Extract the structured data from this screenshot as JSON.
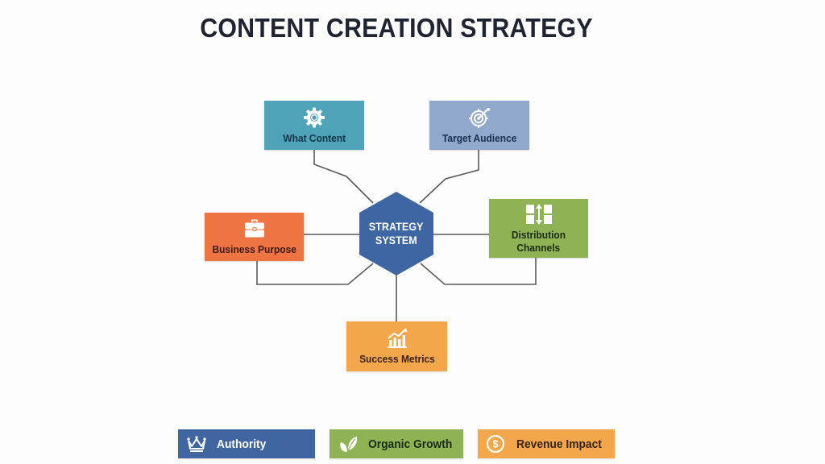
{
  "title": "CONTENT CREATION STRATEGY",
  "center": {
    "line1": "STRATEGY",
    "line2": "SYSTEM",
    "color": "#3d66a3"
  },
  "nodes": {
    "what_content": {
      "label": "What Content",
      "icon": "gear-icon",
      "color": "#4ea3b9",
      "text_color": "#16354a"
    },
    "target_audience": {
      "label": "Target Audience",
      "icon": "target-icon",
      "color": "#8fa8cc",
      "text_color": "#1d2f4f"
    },
    "business_purpose": {
      "label": "Business Purpose",
      "icon": "briefcase-icon",
      "color": "#ee7542",
      "text_color": "#3a1c10"
    },
    "distribution_channels": {
      "line1": "Distribution",
      "line2": "Channels",
      "icon": "distribution-icon",
      "color": "#8fb354",
      "text_color": "#1e2a12"
    },
    "success_metrics": {
      "label": "Success Metrics",
      "icon": "growth-chart-icon",
      "color": "#f3a64a",
      "text_color": "#3a2410"
    }
  },
  "outcomes": [
    {
      "label": "Authority",
      "icon": "crown-icon",
      "color": "#3f66a0",
      "text_color": "#ffffff"
    },
    {
      "label": "Organic Growth",
      "icon": "leaf-icon",
      "color": "#8fb354",
      "text_color": "#1c2a10"
    },
    {
      "label": "Revenue Impact",
      "icon": "dollar-coin-icon",
      "color": "#f3a64a",
      "text_color": "#3a2410"
    }
  ],
  "connector_color": "#5a5a5a"
}
